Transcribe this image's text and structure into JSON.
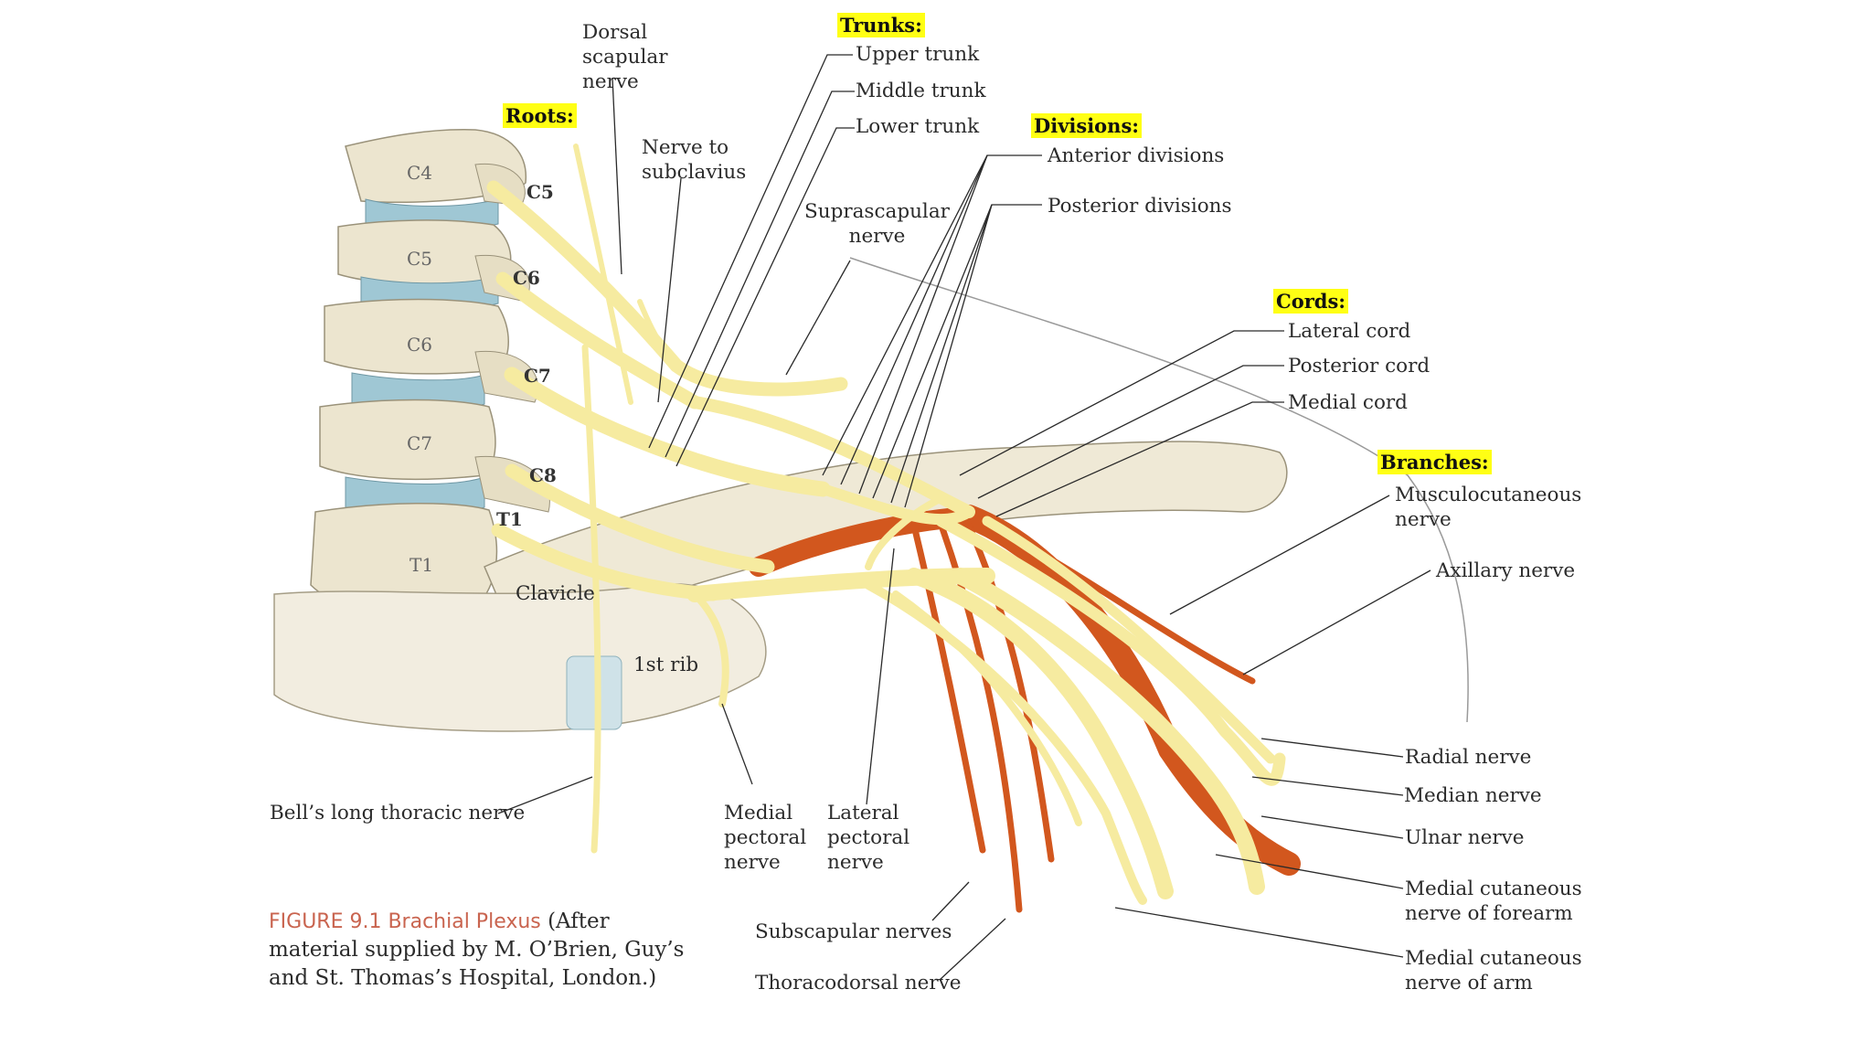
{
  "headings": {
    "trunks": "Trunks:",
    "roots": "Roots:",
    "divisions": "Divisions:",
    "cords": "Cords:",
    "branches": "Branches:"
  },
  "labels": {
    "dorsal_scapular": "Dorsal\nscapular\nnerve",
    "upper_trunk": "Upper trunk",
    "middle_trunk": "Middle trunk",
    "lower_trunk": "Lower trunk",
    "nerve_to_subclavius": "Nerve to\nsubclavius",
    "anterior_divisions": "Anterior divisions",
    "posterior_divisions": "Posterior divisions",
    "suprascapular": "Suprascapular\nnerve",
    "lateral_cord": "Lateral cord",
    "posterior_cord": "Posterior cord",
    "medial_cord": "Medial cord",
    "musculocutaneous": "Musculocutaneous\nnerve",
    "axillary": "Axillary nerve",
    "radial": "Radial nerve",
    "median": "Median nerve",
    "ulnar": "Ulnar nerve",
    "med_cut_forearm": "Medial cutaneous\nnerve of forearm",
    "med_cut_arm": "Medial cutaneous\nnerve of arm",
    "clavicle": "Clavicle",
    "first_rib": "1st rib",
    "bells_long_thoracic": "Bell’s long thoracic nerve",
    "medial_pectoral": "Medial\npectoral\nnerve",
    "lateral_pectoral": "Lateral\npectoral\nnerve",
    "subscapular": "Subscapular nerves",
    "thoracodorsal": "Thoracodorsal nerve"
  },
  "vertebrae": [
    "C4",
    "C5",
    "C6",
    "C7",
    "T1"
  ],
  "roots": [
    "C5",
    "C6",
    "C7",
    "C8",
    "T1"
  ],
  "caption": {
    "figure": "FIGURE 9.1  Brachial Plexus",
    "text": "  (After material supplied by M. O’Brien, Guy’s and St. Thomas’s Hospital, London.)"
  },
  "colors": {
    "nerve_yellow": "#f6eba0",
    "nerve_orange": "#d2571e",
    "bone": "#ece5cf",
    "disc": "#9fc7d4",
    "highlight": "#ffff14"
  }
}
